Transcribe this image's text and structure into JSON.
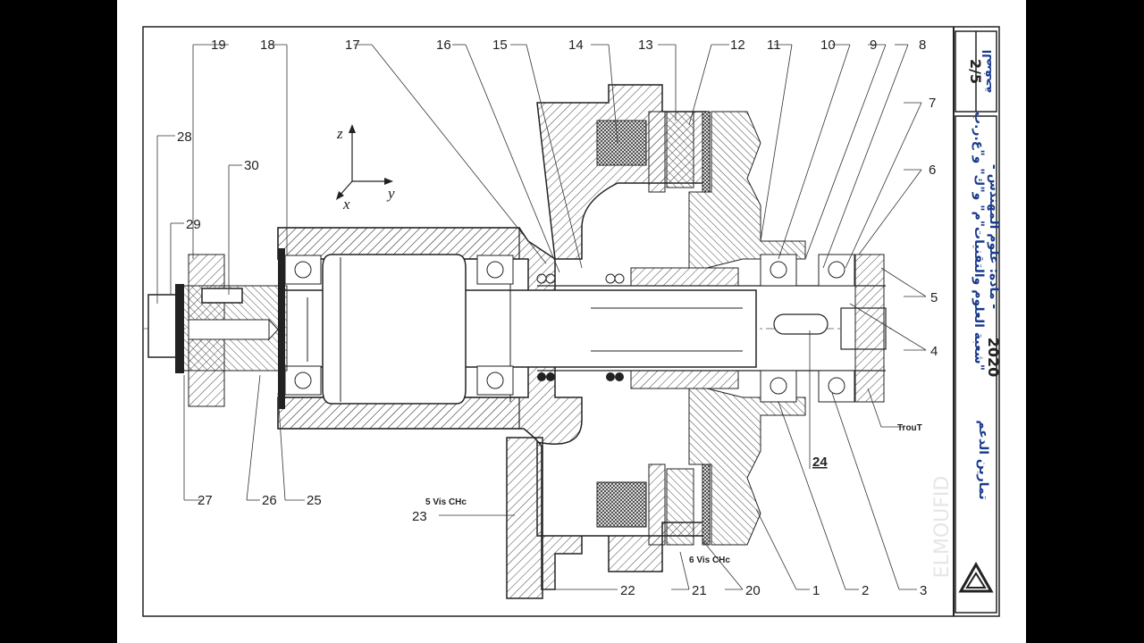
{
  "sheet": {
    "page_label": "الصفحة",
    "page_number": "2/5",
    "title_line1": "- مادة: علوم المهندس -",
    "title_line2": "شعبة العلوم والتقنيات\"م\" و\"ك\" و\"ع.ر.ب\"",
    "year": "2020",
    "series": "تمارين الدعم",
    "watermark": "ELMOUFID"
  },
  "axes": {
    "x": "x",
    "y": "y",
    "z": "z"
  },
  "callouts": {
    "top": [
      "19",
      "18",
      "17",
      "16",
      "15",
      "14",
      "13",
      "12",
      "11",
      "10",
      "9",
      "8"
    ],
    "right": [
      "7",
      "6",
      "5",
      "4"
    ],
    "left": [
      "28",
      "29",
      "30"
    ],
    "bottom": [
      "27",
      "26",
      "25",
      "23",
      "22",
      "21",
      "20",
      "1",
      "2",
      "3"
    ],
    "boxed": "24"
  },
  "notes": {
    "screws_a": "5 Vis CHc",
    "screws_b": "6 Vis CHc",
    "hole": "TrouT"
  },
  "colors": {
    "background": "#000000",
    "sheet": "#ffffff",
    "line": "#222222",
    "arabic": "#1a3b8c"
  }
}
